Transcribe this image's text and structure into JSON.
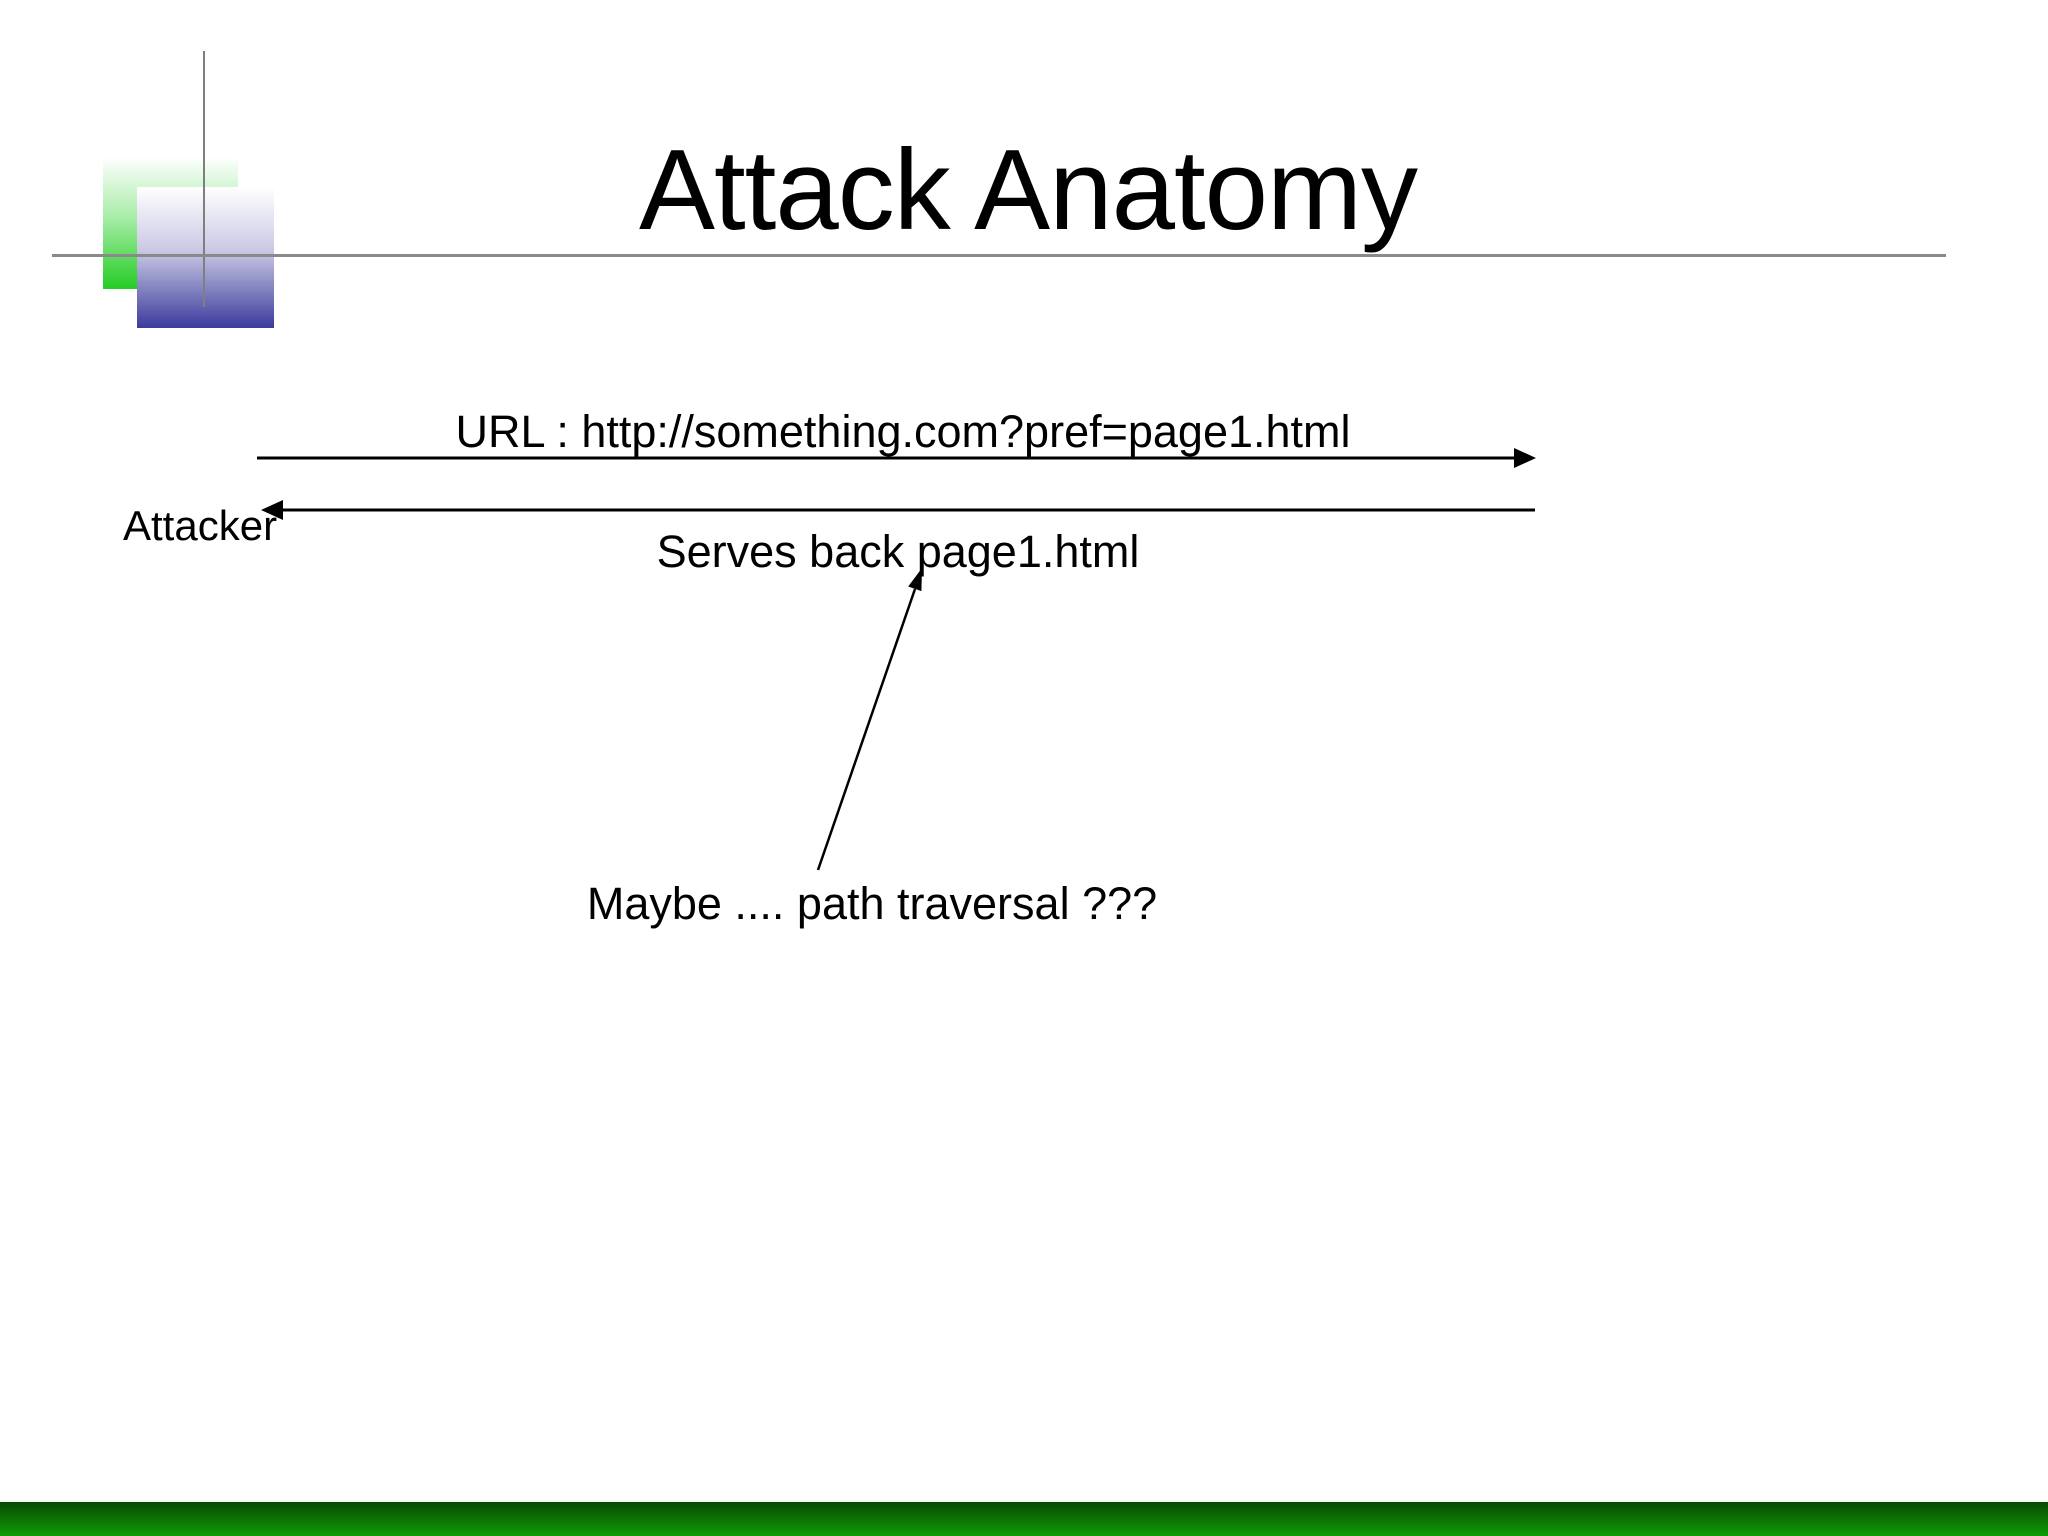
{
  "slide": {
    "title": "Attack Anatomy",
    "diagram": {
      "request_label": "URL : http://something.com?pref=page1.html",
      "actor_label": "Attacker",
      "response_label": "Serves back page1.html",
      "note_label": "Maybe .... path traversal ???"
    },
    "colors": {
      "logo_green": "#24cd24",
      "logo_blue": "#3b3b9d",
      "divider_gray": "#8a8a8a",
      "footer_gradient_top": "#0a4a04",
      "footer_gradient_bottom": "#0c9b05",
      "arrow_black": "#000000"
    }
  }
}
